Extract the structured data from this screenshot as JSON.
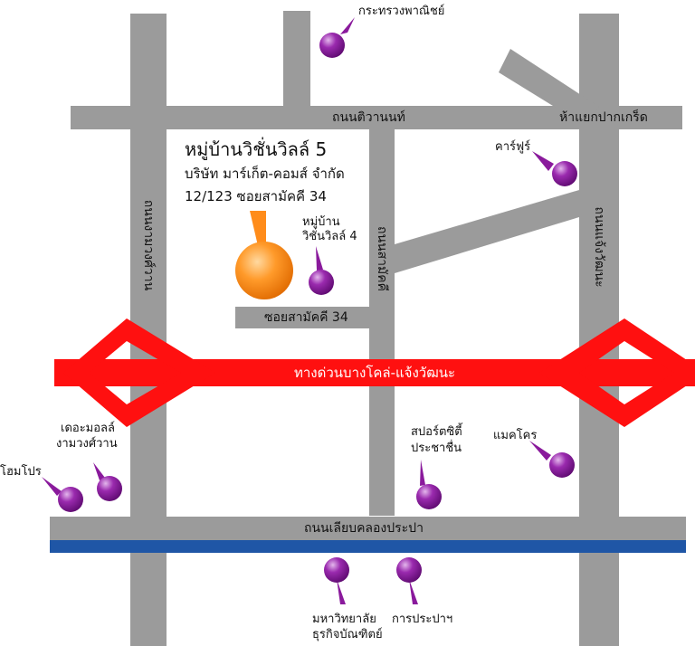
{
  "map": {
    "colors": {
      "road": "#9b9b9b",
      "expressway": "#ff1010",
      "canal": "#1f56a6",
      "pin": "#8a1a9c",
      "project_pin": "#ff8c1a"
    },
    "project": {
      "name": "หมู่บ้านวิชั่นวิลล์ 5",
      "company": "บริษัท มาร์เก็ต-คอมส์ จำกัด",
      "address": "12/123 ซอยสามัคคี 34"
    },
    "roads": {
      "tiwanon": "ถนนติวานนท์",
      "pakkret_intersection": "ห้าแยกปากเกร็ด",
      "ngamwongwan": "ถนนงามวงศ์วาน",
      "samakkhi": "ถนนสามัคคี",
      "chaengwattana": "ถนนแจ้งวัฒนะ",
      "soi_samakkhi_34": "ซอยสามัคคี 34",
      "expressway": "ทางด่วนบางโคล่-แจ้งวัฒนะ",
      "liap_khlong_prapa": "ถนนเลียบคลองประปา"
    },
    "landmarks": {
      "ministry_commerce": "กระทรวงพาณิชย์",
      "carrefour": "คาร์ฟูร์",
      "vision_ville_4_line1": "หมู่บ้าน",
      "vision_ville_4_line2": "วิชั่นวิลล์ 4",
      "mall_line1": "เดอะมอลล์",
      "mall_line2": "งามวงศ์วาน",
      "homepro": "โฮมโปร",
      "sports_city_line1": "สปอร์ตซิตี้",
      "sports_city_line2": "ประชาชื่น",
      "makro": "แมคโคร",
      "dhurakij_line1": "มหาวิทยาลัย",
      "dhurakij_line2": "ธุรกิจบัณฑิตย์",
      "waterworks": "การประปาฯ"
    }
  }
}
